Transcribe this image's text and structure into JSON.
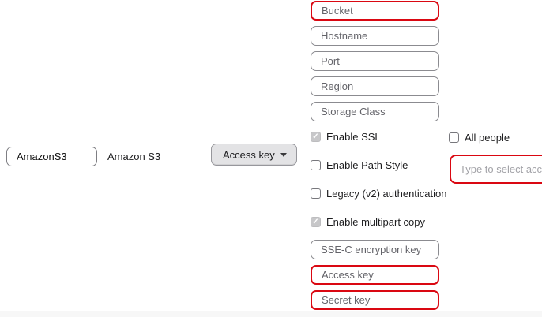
{
  "colors": {
    "error_red": "#da0812",
    "field_border_gray": "#8b8b90",
    "dropdown_bg": "#e3e3e5",
    "checked_checkbox_bg": "#c7c7c9"
  },
  "profile": {
    "protocol_id_value": "AmazonS3",
    "protocol_label": "Amazon S3",
    "auth_dropdown": {
      "selected": "Access key",
      "caret_icon": "caret-down"
    }
  },
  "connection_fields": [
    {
      "placeholder": "Bucket",
      "state": "error"
    },
    {
      "placeholder": "Hostname",
      "state": "normal"
    },
    {
      "placeholder": "Port",
      "state": "normal"
    },
    {
      "placeholder": "Region",
      "state": "normal"
    },
    {
      "placeholder": "Storage Class",
      "state": "normal"
    }
  ],
  "options": [
    {
      "label": "Enable SSL",
      "checked": true
    },
    {
      "label": "Enable Path Style",
      "checked": false
    },
    {
      "label": "Legacy (v2) authentication",
      "checked": false
    },
    {
      "label": "Enable multipart copy",
      "checked": true
    }
  ],
  "credential_fields": [
    {
      "placeholder": "SSE-C encryption key",
      "state": "normal"
    },
    {
      "placeholder": "Access key",
      "state": "error"
    },
    {
      "placeholder": "Secret key",
      "state": "error"
    }
  ],
  "sharing": {
    "all_people_label": "All people",
    "all_people_checked": false,
    "account_input_placeholder": "Type to select acco"
  }
}
